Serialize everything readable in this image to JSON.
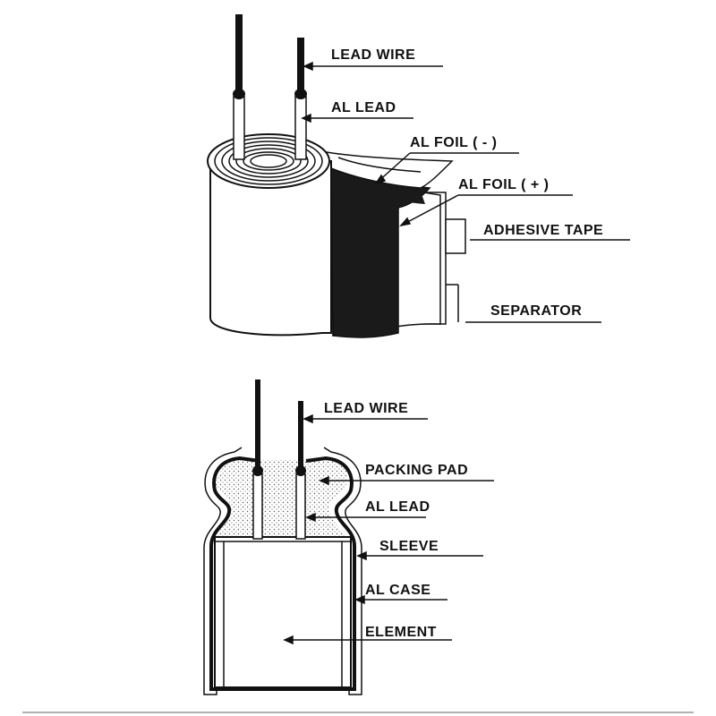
{
  "colors": {
    "ink": "#111111",
    "fill": "#ffffff",
    "foil_dark": "#1a1a1a",
    "dots": "#555555"
  },
  "top_diagram": {
    "labels": {
      "lead_wire": "LEAD  WIRE",
      "al_lead": "AL  LEAD",
      "al_foil_neg": "AL  FOIL ( - )",
      "al_foil_pos": "AL  FOIL ( + )",
      "adhesive_tape": "ADHESIVE  TAPE",
      "separator": "SEPARATOR"
    }
  },
  "bottom_diagram": {
    "labels": {
      "lead_wire": "LEAD WIRE",
      "packing_pad": "PACKING PAD",
      "al_lead": "AL  LEAD",
      "sleeve": "SLEEVE",
      "al_case": "AL  CASE",
      "element": "ELEMENT"
    }
  }
}
